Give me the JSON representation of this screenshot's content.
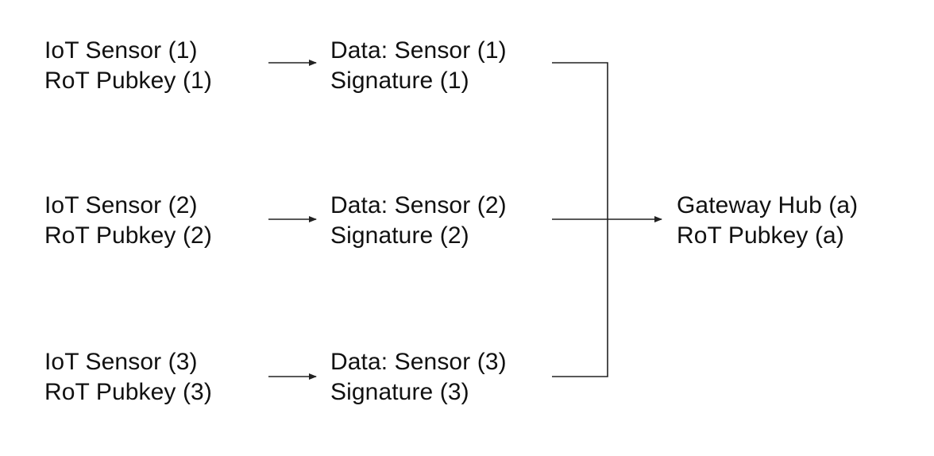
{
  "sensors": [
    {
      "name": "IoT Sensor (1)",
      "key": "RoT Pubkey (1)"
    },
    {
      "name": "IoT Sensor (2)",
      "key": "RoT Pubkey (2)"
    },
    {
      "name": "IoT Sensor (3)",
      "key": "RoT Pubkey (3)"
    }
  ],
  "messages": [
    {
      "data": "Data: Sensor (1)",
      "signature": "Signature (1)"
    },
    {
      "data": "Data: Sensor (2)",
      "signature": "Signature (2)"
    },
    {
      "data": "Data: Sensor (3)",
      "signature": "Signature (3)"
    }
  ],
  "hub": {
    "name": "Gateway Hub (a)",
    "key": "RoT Pubkey (a)"
  },
  "colors": {
    "text": "#111111",
    "line": "#222222",
    "background": "#ffffff"
  }
}
